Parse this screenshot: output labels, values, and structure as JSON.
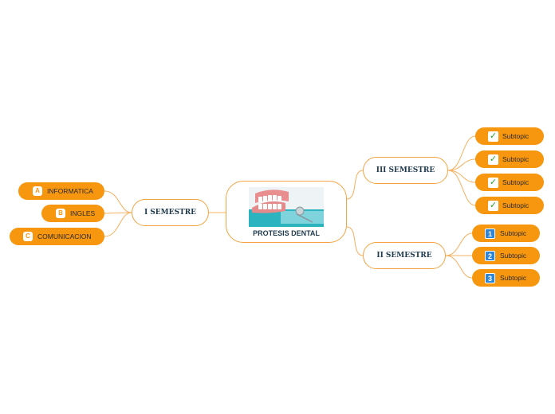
{
  "central": {
    "title": "PROTESIS DENTAL",
    "image": "dental-prosthesis-photo"
  },
  "branches": {
    "left": {
      "label": "I SEMESTRE",
      "items": [
        {
          "marker": "A",
          "label": "INFORMATICA"
        },
        {
          "marker": "B",
          "label": "INGLES"
        },
        {
          "marker": "C",
          "label": "COMUNICACION"
        }
      ]
    },
    "top_right": {
      "label": "III SEMESTRE",
      "items": [
        {
          "marker": "check-icon",
          "label": "Subtopic"
        },
        {
          "marker": "check-icon",
          "label": "Subtopic"
        },
        {
          "marker": "check-icon",
          "label": "Subtopic"
        },
        {
          "marker": "check-icon",
          "label": "Subtopic"
        }
      ]
    },
    "bottom_right": {
      "label": "II SEMESTRE",
      "items": [
        {
          "marker": "1",
          "label": "Subtopic"
        },
        {
          "marker": "2",
          "label": "Subtopic"
        },
        {
          "marker": "3",
          "label": "Subtopic"
        }
      ]
    }
  },
  "colors": {
    "node_fill": "#f7960f",
    "outline": "#f4a340",
    "text": "#1f3a4d"
  }
}
